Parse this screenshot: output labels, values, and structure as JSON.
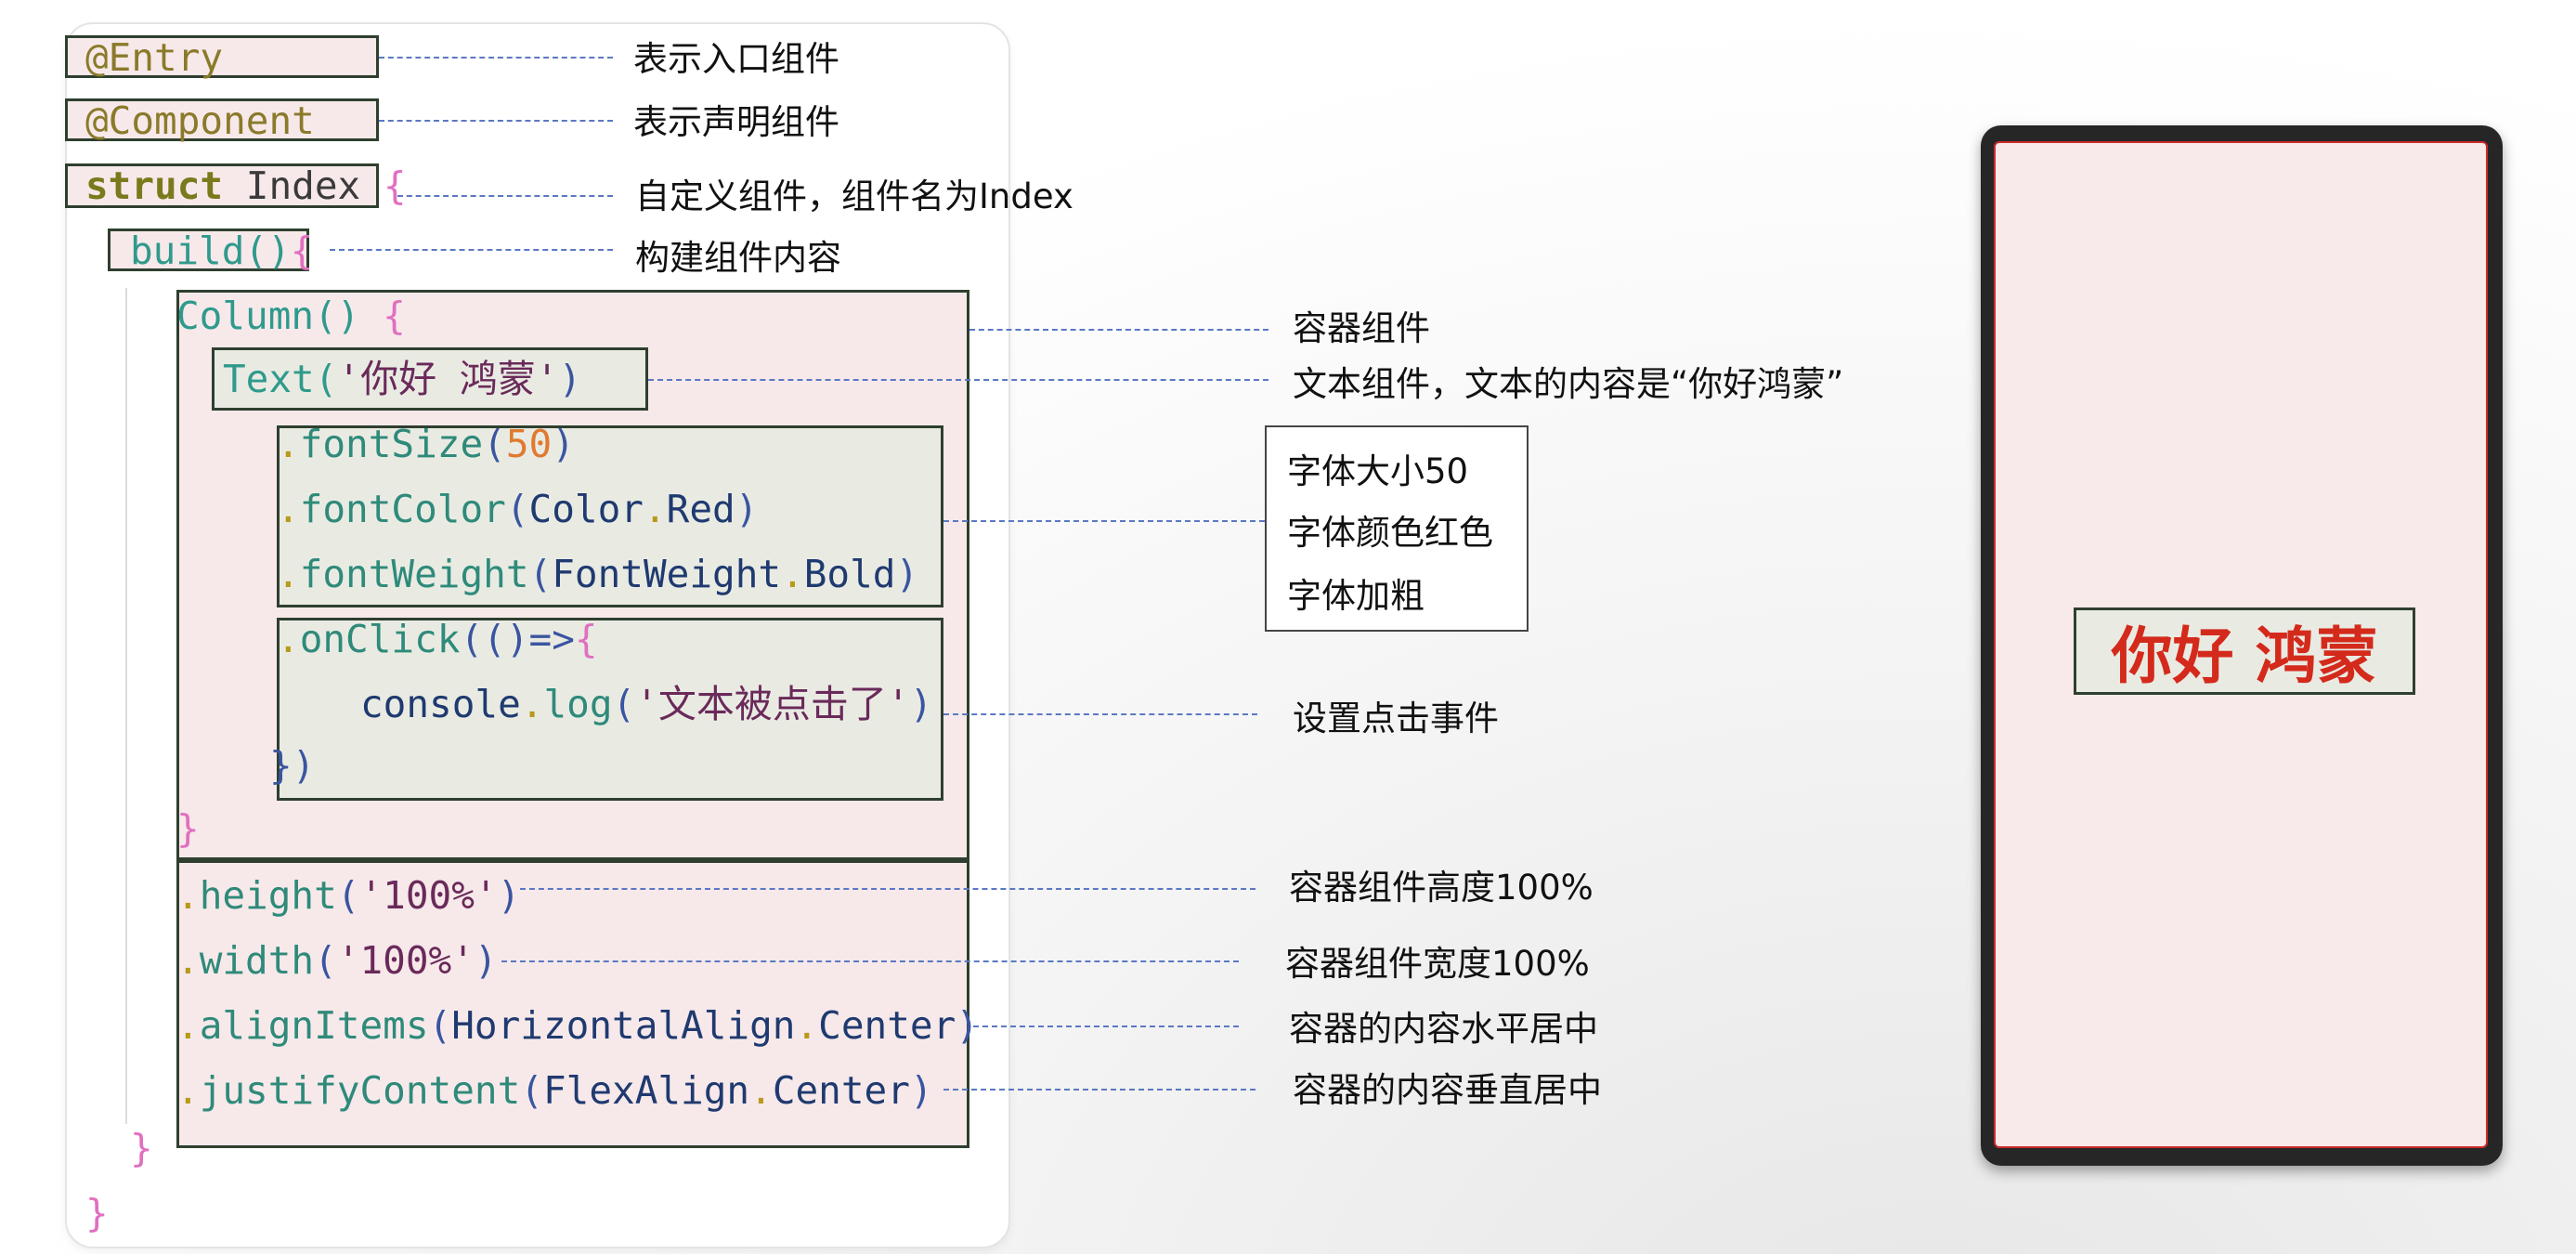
{
  "code": {
    "entry": "@Entry",
    "component": "@Component",
    "struct_kw": "struct",
    "struct_name": "Index",
    "open_brace": "{",
    "close_brace": "}",
    "build": "build()",
    "column_call": "Column()",
    "text_fn": "Text(",
    "text_arg": "'你好 鸿蒙'",
    "text_close": ")",
    "font_size_fn": "fontSize",
    "font_size_val": "50",
    "font_color_fn": "fontColor",
    "font_color_obj": "Color",
    "font_color_val": "Red",
    "font_weight_fn": "fontWeight",
    "font_weight_obj": "FontWeight",
    "font_weight_val": "Bold",
    "onclick_fn": "onClick",
    "onclick_args": "(()=>",
    "console_obj": "console",
    "log_fn": "log",
    "log_arg": "'文本被点击了'",
    "onclick_end": "})",
    "height_fn": "height",
    "height_arg": "'100%'",
    "width_fn": "width",
    "width_arg": "'100%'",
    "align_fn": "alignItems",
    "align_obj": "HorizontalAlign",
    "align_val": "Center",
    "justify_fn": "justifyContent",
    "justify_obj": "FlexAlign",
    "justify_val": "Center"
  },
  "annotations": {
    "entry": "表示入口组件",
    "component": "表示声明组件",
    "struct": "自定义组件，组件名为Index",
    "build": "构建组件内容",
    "column": "容器组件",
    "text": "文本组件，文本的内容是“你好鸿蒙”",
    "font_size": "字体大小50",
    "font_color": "字体颜色红色",
    "font_weight": "字体加粗",
    "onclick": "设置点击事件",
    "height": "容器组件高度100%",
    "width": "容器组件宽度100%",
    "align": "容器的内容水平居中",
    "justify": "容器的内容垂直居中"
  },
  "preview": {
    "text": "你好 鸿蒙",
    "text_color": "#d42a1c"
  },
  "colors": {
    "dash_line": "#5b78c4",
    "box_pink": "#f7e9ea",
    "box_gray": "#e9ebe3"
  }
}
